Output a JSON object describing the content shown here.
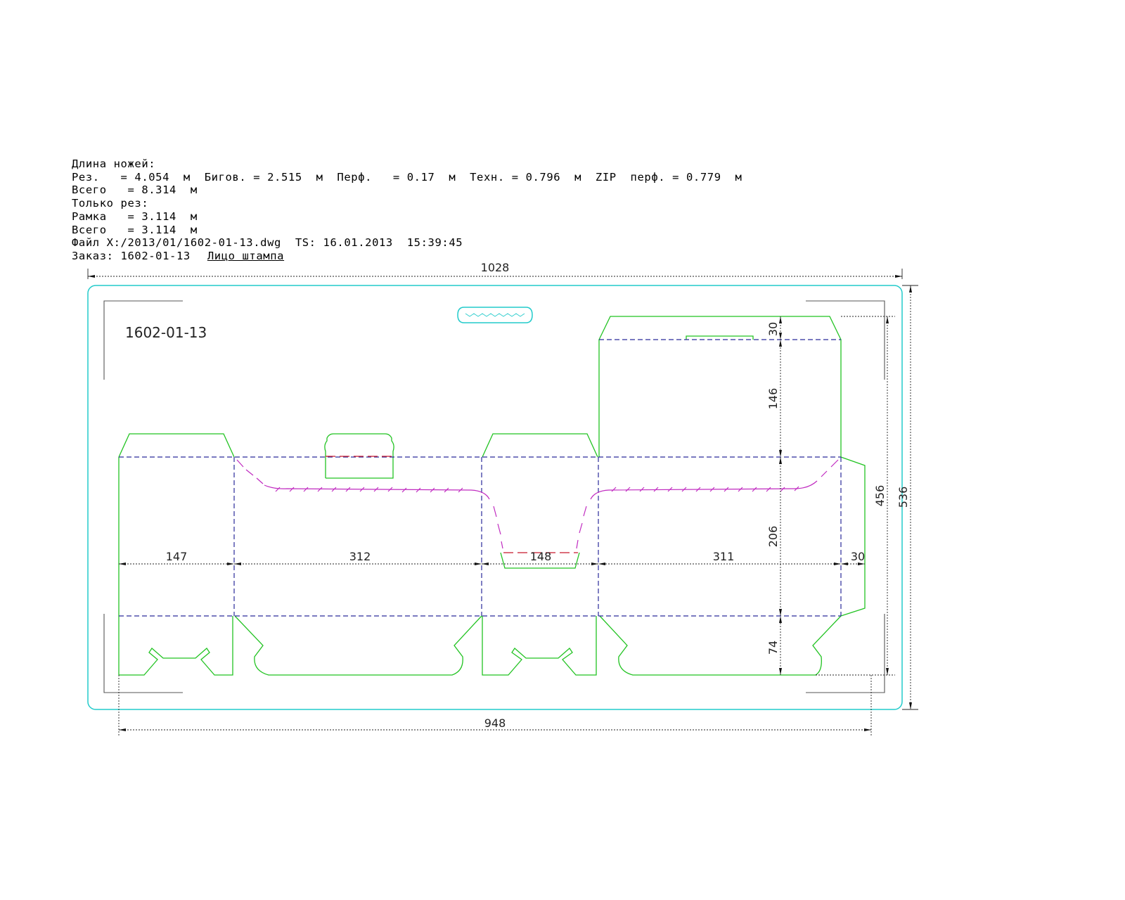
{
  "header": {
    "title": "Длина ножей:",
    "line_rules": "Рез.   = 4.054  м  Бигов. = 2.515  м  Перф.   = 0.17  м  Техн. = 0.796  м  ZIP  перф. = 0.779  м",
    "line_total": "Всего   = 8.314  м",
    "line_only_cut": "Только рез:",
    "line_frame": "Рамка   = 3.114  м",
    "line_total2": "Всего   = 3.114  м",
    "line_file": "Файл X:/2013/01/1602-01-13.dwg  TS: 16.01.2013  15:39:45",
    "order_label": "Заказ: 1602-01-13",
    "side_link": "Лицо штампа"
  },
  "drawing": {
    "part_label": "1602-01-13",
    "dimensions": {
      "overall_width": "1028",
      "overall_height": "536",
      "blank_width": "948",
      "blank_height": "456",
      "panel_1": "147",
      "panel_2": "312",
      "panel_3": "148",
      "panel_4": "311",
      "glue_flap": "30",
      "top_tuck": "30",
      "top_panel": "146",
      "body_height": "206",
      "bottom_flap": "74"
    },
    "colors": {
      "cut": "#22c322",
      "crease": "#2a2a9a",
      "perforation": "#c8182a",
      "zip_perforation": "#c02bc0",
      "frame": "#22cbcb",
      "dimension": "#222222"
    }
  }
}
